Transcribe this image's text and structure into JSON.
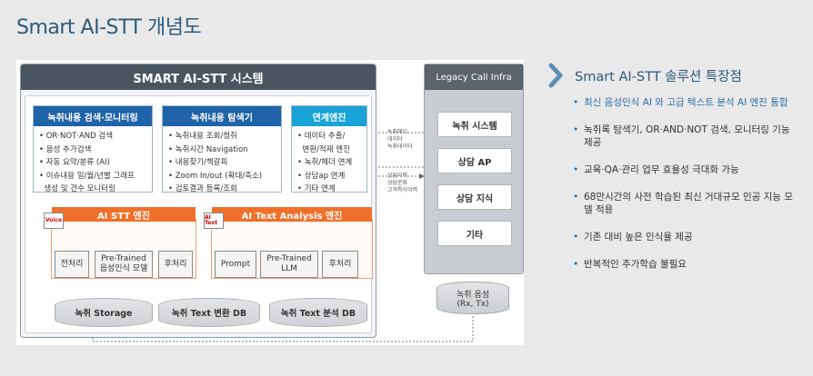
{
  "title": "Smart AI-STT 개념도",
  "system": {
    "title": "SMART AI-STT 시스템",
    "boxes": [
      {
        "head": "녹취내용 검색·모니터링",
        "items": [
          "OR·NOT·AND 검색",
          "음성 추가검색",
          "자동 요약/분류 (AI)",
          "이슈내용 일/월/년별 그래프",
          "생성 및 건수 모니터링"
        ]
      },
      {
        "head": "녹취내용 탐색기",
        "items": [
          "녹취내용 조회/청취",
          "녹취시간 Navigation",
          "내용찾기/책갈피",
          "Zoom In/out (확대/축소)",
          "검토결과 등록/조회"
        ]
      },
      {
        "head": "연계엔진",
        "items": [
          "데이터 추출/",
          "변환/적재 엔진",
          "녹취/헤더 연계",
          "상담ap 연계",
          "기타 연계"
        ]
      }
    ],
    "stt_engine": {
      "head": "AI STT 엔진",
      "badge": "Voice",
      "steps": [
        "전처리",
        "Pre-Trained\n음성인식 모델",
        "후처리"
      ]
    },
    "text_engine": {
      "head": "AI Text Analysis 엔진",
      "badge": "AI Text",
      "steps": [
        "Prompt",
        "Pre-Trained\nLLM",
        "후처리"
      ]
    },
    "dbs": [
      "녹취 Storage",
      "녹취 Text 변환 DB",
      "녹취 Text 분석 DB"
    ]
  },
  "legacy": {
    "title": "Legacy Call Infra",
    "items": [
      "녹취 시스템",
      "상담 AP",
      "상담 지식",
      "기타"
    ],
    "voice_db": [
      "녹취 음성",
      "(Rx, Tx)"
    ]
  },
  "side_labels": {
    "a": [
      "녹취헤더",
      "데이터",
      "녹취데이터"
    ],
    "b": [
      "상담이력",
      "상담분류",
      "고객특이이력"
    ]
  },
  "features": {
    "title": "Smart AI-STT 솔루션 특장점",
    "items": [
      "최신 음성인식 AI 와 고급 텍스트 분석 AI 엔진 통합",
      "녹취록 탐색기, OR·AND·NOT 검색, 모니터링 기능 제공",
      "교육·QA·관리 업무 효율성 극대화 가능",
      "68만시간의 사전 학습된 최신 거대규모 인공 지능 모델 적용",
      "기존 대비 높은 인식율 제공",
      "반복적인 추가학습 불필요"
    ]
  },
  "colors": {
    "title": "#2d5a7b",
    "func_head_blue": "#1f63a8",
    "func_head_cyan": "#1aa3d6",
    "engine": "#f0702a",
    "highlight": "#2d6fa8"
  }
}
